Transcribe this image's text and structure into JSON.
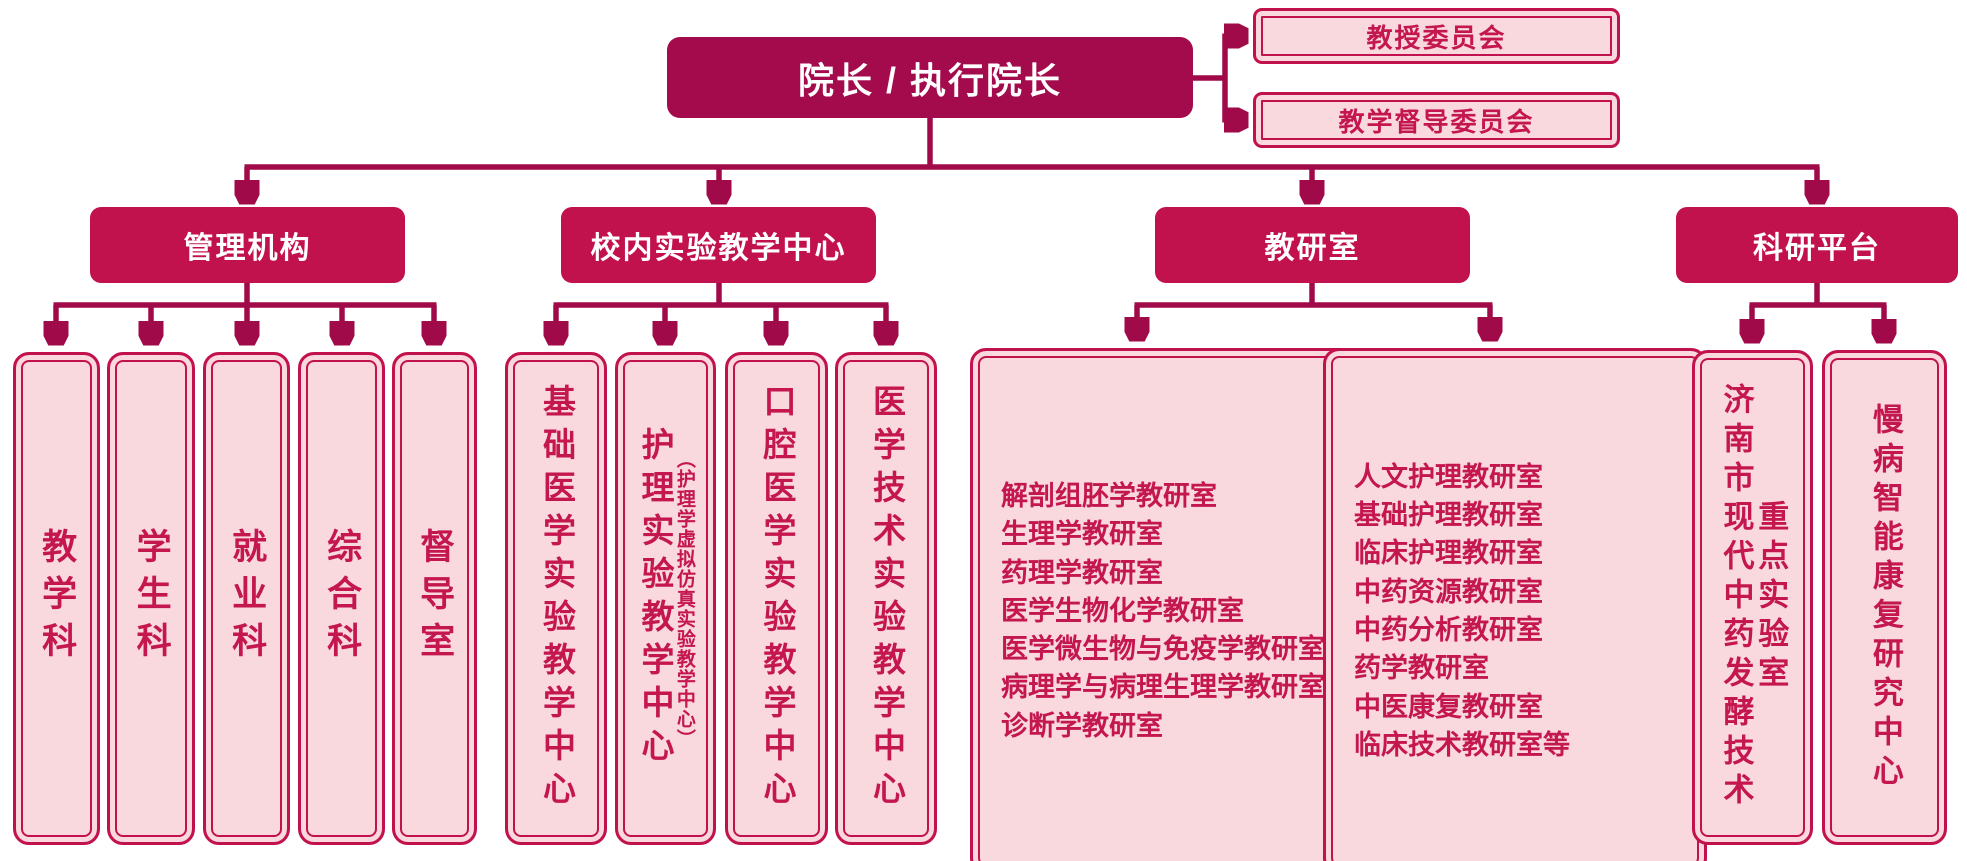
{
  "colors": {
    "dark": "#A40B4C",
    "accent": "#C2124E",
    "pink": "#F9D8DE",
    "text": "#C4164F",
    "line": "#A00A48"
  },
  "root": {
    "label": "院长 / 执行院长"
  },
  "committees": [
    {
      "label": "教授委员会"
    },
    {
      "label": "教学督导委员会"
    }
  ],
  "branches": [
    {
      "label": "管理机构",
      "children": [
        "教学科",
        "学生科",
        "就业科",
        "综合科",
        "督导室"
      ]
    },
    {
      "label": "校内实验教学中心",
      "children": [
        {
          "main": "基础医学实验教学中心",
          "sub": ""
        },
        {
          "main": "护理实验教学中心",
          "sub": "（护理学虚拟仿真实验教学中心）"
        },
        {
          "main": "口腔医学实验教学中心",
          "sub": ""
        },
        {
          "main": "医学技术实验教学中心",
          "sub": ""
        }
      ]
    },
    {
      "label": "教研室",
      "lists": [
        [
          "解剖组胚学教研室",
          "生理学教研室",
          "药理学教研室",
          "医学生物化学教研室",
          "医学微生物与免疫学教研室",
          "病理学与病理生理学教研室",
          "诊断学教研室"
        ],
        [
          "人文护理教研室",
          "基础护理教研室",
          "临床护理教研室",
          "中药资源教研室",
          "中药分析教研室",
          "药学教研室",
          "中医康复教研室",
          "临床技术教研室等"
        ]
      ]
    },
    {
      "label": "科研平台",
      "children": [
        {
          "main": "济南市现代中药发酵技术",
          "sub": "重点实验室"
        },
        {
          "main": "慢病智能康复研究中心",
          "sub": ""
        }
      ]
    }
  ]
}
